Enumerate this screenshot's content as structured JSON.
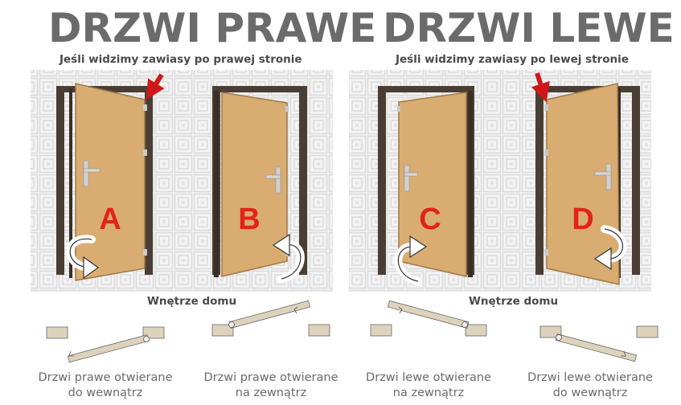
{
  "left": {
    "title": "DRZWI PRAWE",
    "subtitle": "Jeśli widzimy zawiasy po prawej stronie"
  },
  "right": {
    "title": "DRZWI LEWE",
    "subtitle": "Jeśli widzimy zawiasy po lewej stronie"
  },
  "interior_label": "Wnętrze domu",
  "doors": [
    {
      "letter": "A"
    },
    {
      "letter": "B"
    },
    {
      "letter": "C"
    },
    {
      "letter": "D"
    }
  ],
  "captions": [
    {
      "line1": "Drzwi prawe otwierane",
      "line2": "do wewnątrz"
    },
    {
      "line1": "Drzwi prawe otwierane",
      "line2": "na zewnątrz"
    },
    {
      "line1": "Drzwi lewe otwierane",
      "line2": "na zewnątrz"
    },
    {
      "line1": "Drzwi lewe otwierane",
      "line2": "do wewnątrz"
    }
  ],
  "colors": {
    "door": "#d9ac72",
    "door_edge": "#a07a48",
    "frame": "#4a3e34",
    "arrow": "#d0171a",
    "letter": "#e2231a",
    "title": "#6b6b6b"
  }
}
